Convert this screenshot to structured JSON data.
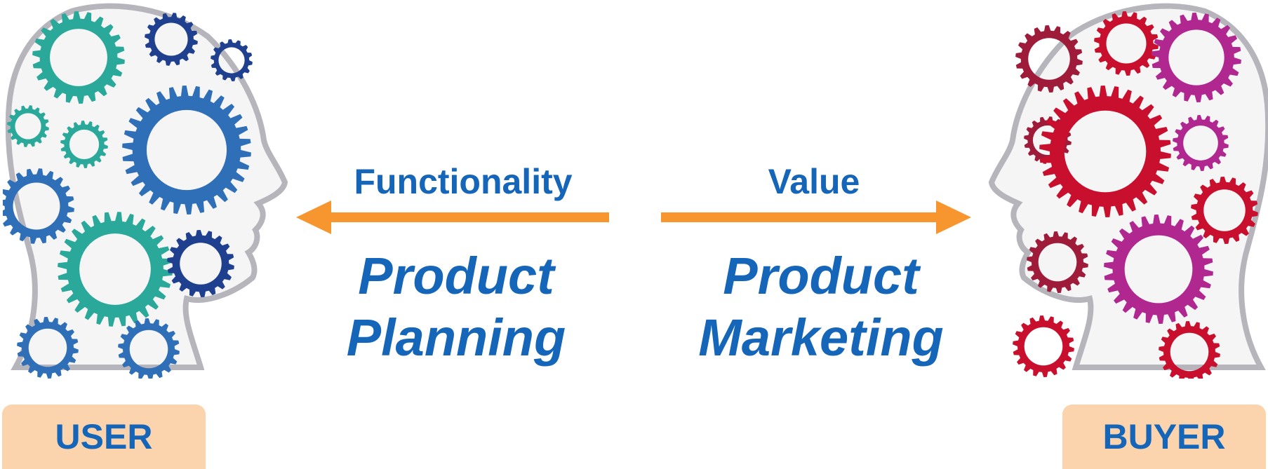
{
  "labels": {
    "left_arrow": "Functionality",
    "right_arrow": "Value",
    "left_title_line1": "Product",
    "left_title_line2": "Planning",
    "right_title_line1": "Product",
    "right_title_line2": "Marketing"
  },
  "badges": {
    "user": "USER",
    "buyer": "BUYER"
  },
  "colors": {
    "text": "#1565b8",
    "arrow": "#f7952f",
    "badge_fill": "#fbd3ad",
    "user_gears": [
      "#2aa99a",
      "#2e6fb8",
      "#1f3f8f"
    ],
    "buyer_gears": [
      "#c8102e",
      "#9e1b3a",
      "#b0278f"
    ]
  },
  "icons": {
    "user_head": "user-head-gears-icon",
    "buyer_head": "buyer-head-gears-icon",
    "left_arrow": "arrow-left-icon",
    "right_arrow": "arrow-right-icon"
  }
}
